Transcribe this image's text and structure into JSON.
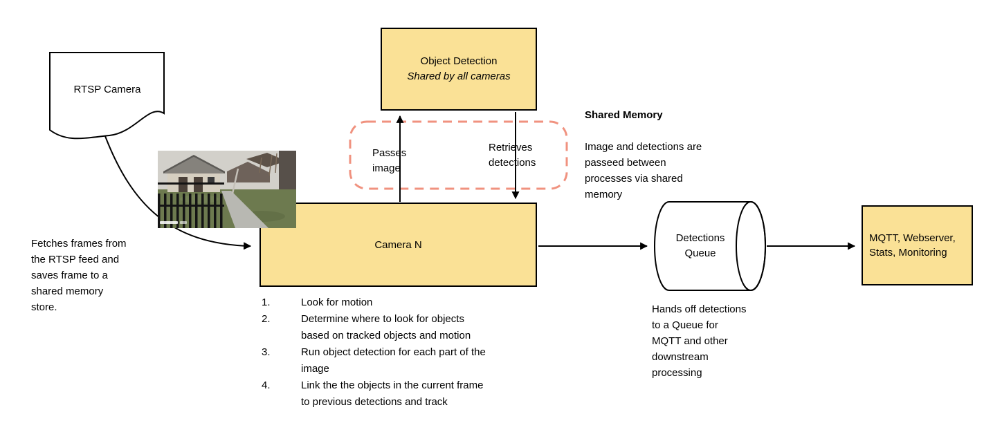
{
  "colors": {
    "box_fill": "#FAE196",
    "box_border": "#000000",
    "dashed_border": "#F0927F",
    "arrow": "#000000"
  },
  "nodes": {
    "rtsp_camera": "RTSP Camera",
    "object_detection_title": "Object Detection",
    "object_detection_subtitle": "Shared by all cameras",
    "camera_n": "Camera N",
    "detections_queue": "Detections\nQueue",
    "mqtt": "MQTT, Webserver, Stats, Monitoring"
  },
  "labels": {
    "passes_image": "Passes\nimage",
    "retrieves_detections": "Retrieves\ndetections"
  },
  "notes": {
    "shared_memory_title": "Shared Memory",
    "shared_memory_body": "Image and detections are\npasseed between\nprocesses via shared\nmemory",
    "fetch_note": "Fetches frames from\nthe RTSP feed and\nsaves frame to a\nshared memory\nstore.",
    "queue_note": "Hands off detections\nto a Queue for\nMQTT and other\ndownstream\nprocessing"
  },
  "steps": [
    {
      "num": "1.",
      "text": "Look for motion"
    },
    {
      "num": "2.",
      "text": "Determine where to look for objects\nbased on tracked objects and motion"
    },
    {
      "num": "3.",
      "text": "Run object detection for each part of the\nimage"
    },
    {
      "num": "4.",
      "text": "Link the the objects in the current frame\nto previous detections and track"
    }
  ]
}
